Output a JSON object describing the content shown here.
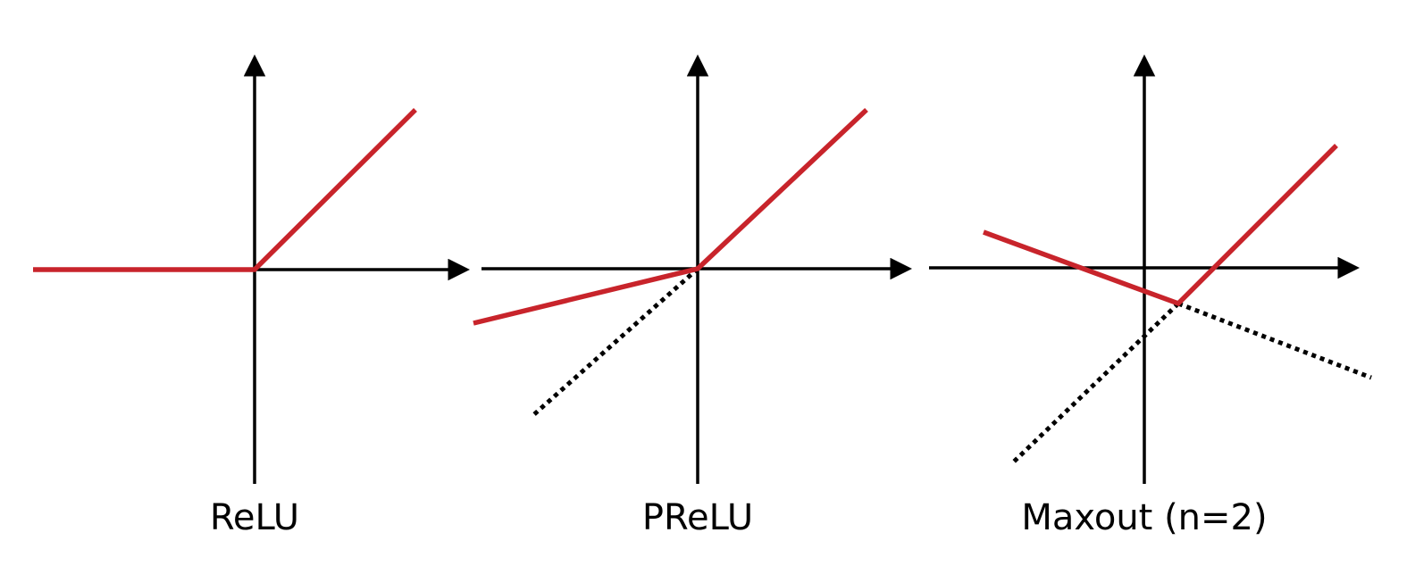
{
  "colors": {
    "axis": "#000000",
    "activation": "#c8242b",
    "hidden_linear": "#000000"
  },
  "panels": [
    {
      "id": "relu",
      "label": "ReLU"
    },
    {
      "id": "prelu",
      "label": "PReLU"
    },
    {
      "id": "maxout",
      "label": "Maxout (n=2)"
    }
  ]
}
